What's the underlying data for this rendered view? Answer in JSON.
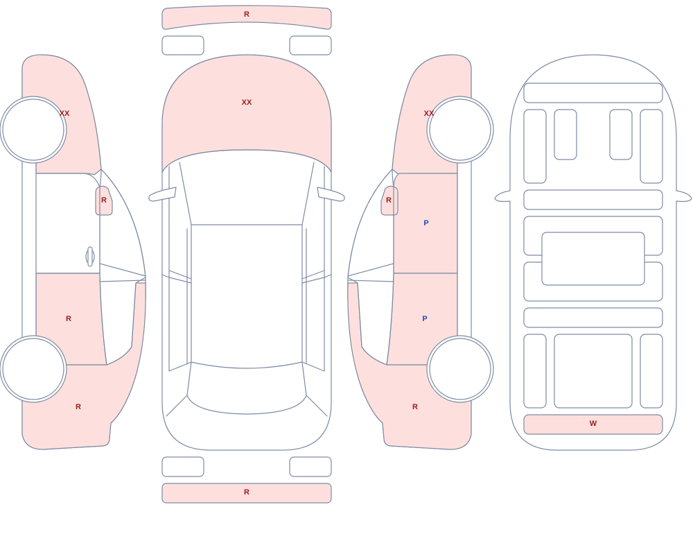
{
  "colors": {
    "damaged_fill": "#fde0dd",
    "outline": "#7d8aa3",
    "code_red": "#a01c1c",
    "code_blue": "#1f4ea8"
  },
  "codes": {
    "front_bumper": "R",
    "hood": "XX",
    "rear_bumper": "R",
    "left_front_fender": "XX",
    "left_mirror": "R",
    "left_rear_door": "R",
    "left_rear_quarter": "R",
    "right_front_fender": "XX",
    "right_mirror": "R",
    "right_front_door": "P",
    "right_rear_door": "P",
    "right_rear_quarter": "R",
    "trunk_floor": "W"
  }
}
